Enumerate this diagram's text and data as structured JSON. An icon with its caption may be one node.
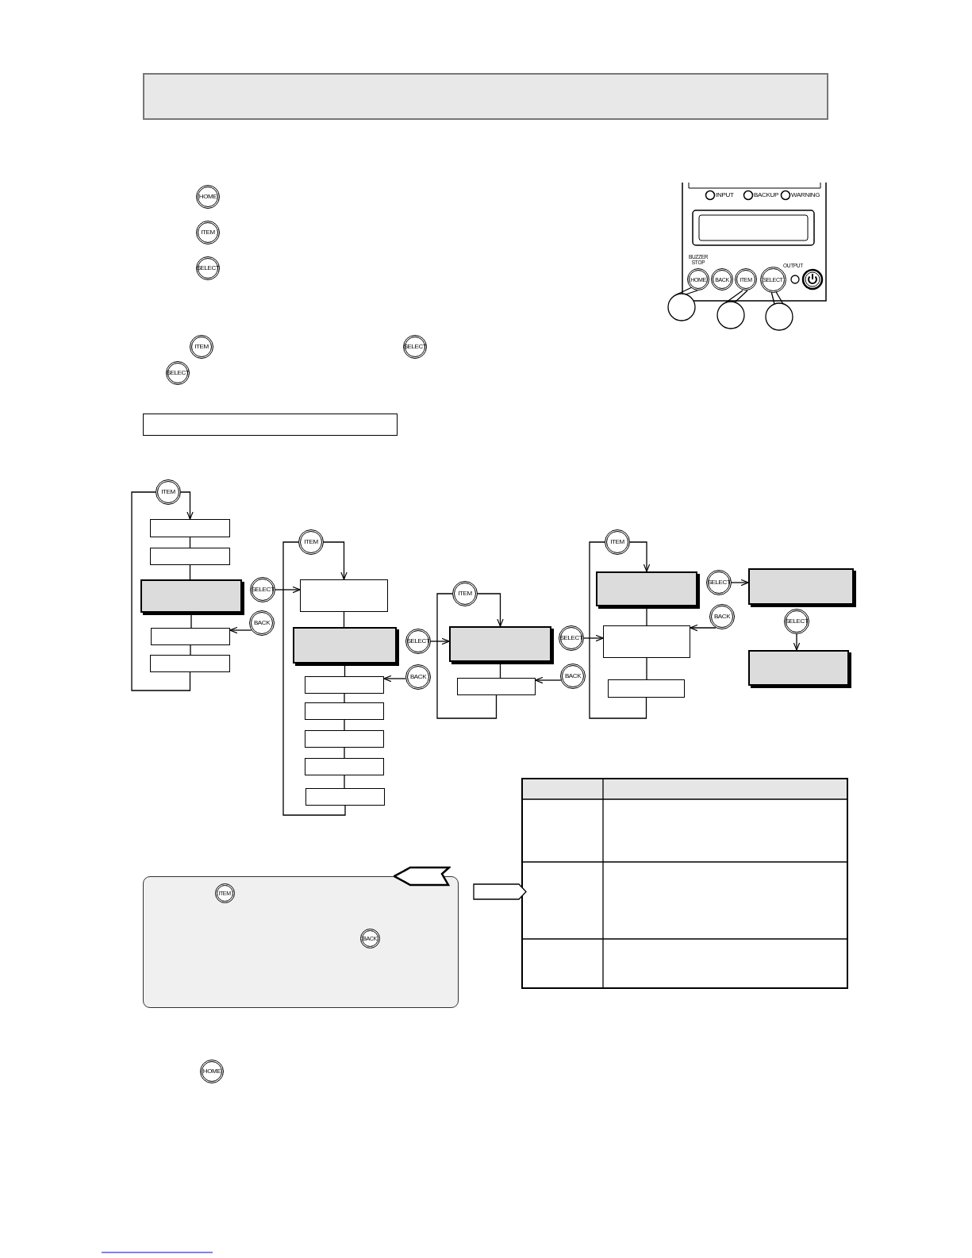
{
  "diagram": {
    "nodes": [
      {
        "text": [
          "ITEM"
        ]
      },
      {
        "text": [],
        "shape": "box"
      },
      {
        "text": [],
        "shape": "box"
      },
      {
        "text": [],
        "shape": "box"
      },
      {
        "text": [],
        "shape": "box"
      },
      {
        "text": [],
        "shape": "box"
      },
      {
        "text": [
          "SELECT"
        ]
      },
      {
        "text": [
          "BACK"
        ]
      },
      {
        "text": [
          "ITEM"
        ]
      },
      {
        "text": [],
        "shape": "box"
      },
      {
        "text": [],
        "shape": "box"
      },
      {
        "text": [],
        "shape": "box"
      },
      {
        "text": [],
        "shape": "box"
      },
      {
        "text": [],
        "shape": "box"
      },
      {
        "text": [],
        "shape": "box"
      },
      {
        "text": [],
        "shape": "box"
      },
      {
        "text": [
          "SELECT"
        ]
      },
      {
        "text": [
          "BACK"
        ]
      },
      {
        "text": [
          "ITEM"
        ]
      },
      {
        "text": [],
        "shape": "box"
      },
      {
        "text": [],
        "shape": "box"
      },
      {
        "text": [
          "SELECT"
        ]
      },
      {
        "text": [
          "BACK"
        ]
      },
      {
        "text": [
          "ITEM"
        ]
      },
      {
        "text": [],
        "shape": "box"
      },
      {
        "text": [],
        "shape": "box"
      },
      {
        "text": [],
        "shape": "box"
      },
      {
        "text": [
          "SELECT"
        ]
      },
      {
        "text": [
          "BACK"
        ]
      },
      {
        "text": [],
        "shape": "box"
      },
      {
        "text": [
          "SELECT"
        ]
      },
      {
        "text": [],
        "shape": "box"
      },
      {
        "text": [],
        "shape": "band"
      },
      {
        "text": [],
        "shape": "box"
      },
      {
        "text": [],
        "shape": "box"
      },
      {
        "text": [],
        "shape": "tag"
      },
      {
        "text": [],
        "shape": "tag"
      }
    ],
    "edges": [
      {
        "from": 0,
        "to": 1,
        "arrow": "to"
      },
      {
        "from": 1,
        "to": 2,
        "arrow": "none"
      },
      {
        "from": 2,
        "to": 3,
        "arrow": "none"
      },
      {
        "from": 3,
        "to": 4,
        "arrow": "none"
      },
      {
        "from": 4,
        "to": 5,
        "arrow": "none"
      },
      {
        "from": 5,
        "to": 0,
        "arrow": "none"
      },
      {
        "from": 6,
        "to": 9,
        "arrow": "to"
      },
      {
        "from": 7,
        "to": 4,
        "arrow": "to"
      },
      {
        "from": 8,
        "to": 9,
        "arrow": "to"
      },
      {
        "from": 9,
        "to": 10,
        "arrow": "none"
      },
      {
        "from": 10,
        "to": 11,
        "arrow": "none"
      },
      {
        "from": 11,
        "to": 12,
        "arrow": "none"
      },
      {
        "from": 12,
        "to": 13,
        "arrow": "none"
      },
      {
        "from": 13,
        "to": 14,
        "arrow": "none"
      },
      {
        "from": 14,
        "to": 15,
        "arrow": "none"
      },
      {
        "from": 15,
        "to": 8,
        "arrow": "none"
      },
      {
        "from": 16,
        "to": 19,
        "arrow": "to"
      },
      {
        "from": 17,
        "to": 11,
        "arrow": "to"
      },
      {
        "from": 18,
        "to": 19,
        "arrow": "to"
      },
      {
        "from": 19,
        "to": 20,
        "arrow": "none"
      },
      {
        "from": 20,
        "to": 18,
        "arrow": "none"
      },
      {
        "from": 21,
        "to": 25,
        "arrow": "to"
      },
      {
        "from": 22,
        "to": 20,
        "arrow": "to"
      },
      {
        "from": 23,
        "to": 24,
        "arrow": "to"
      },
      {
        "from": 24,
        "to": 25,
        "arrow": "none"
      },
      {
        "from": 25,
        "to": 26,
        "arrow": "none"
      },
      {
        "from": 26,
        "to": 23,
        "arrow": "none"
      },
      {
        "from": 27,
        "to": 29,
        "arrow": "to"
      },
      {
        "from": 28,
        "to": 25,
        "arrow": "to"
      },
      {
        "from": 30,
        "to": 31,
        "arrow": "to"
      }
    ],
    "labels": [
      "HOME",
      "ITEM",
      "SELECT",
      "ITEM",
      "SELECT",
      "SELECT",
      "INPUT",
      "BACKUP",
      "WARNING",
      "BUZZER STOP",
      "HOME",
      "BACK",
      "ITEM",
      "SELECT",
      "OUTPUT",
      "ITEM",
      "BACK",
      "HOME"
    ]
  }
}
